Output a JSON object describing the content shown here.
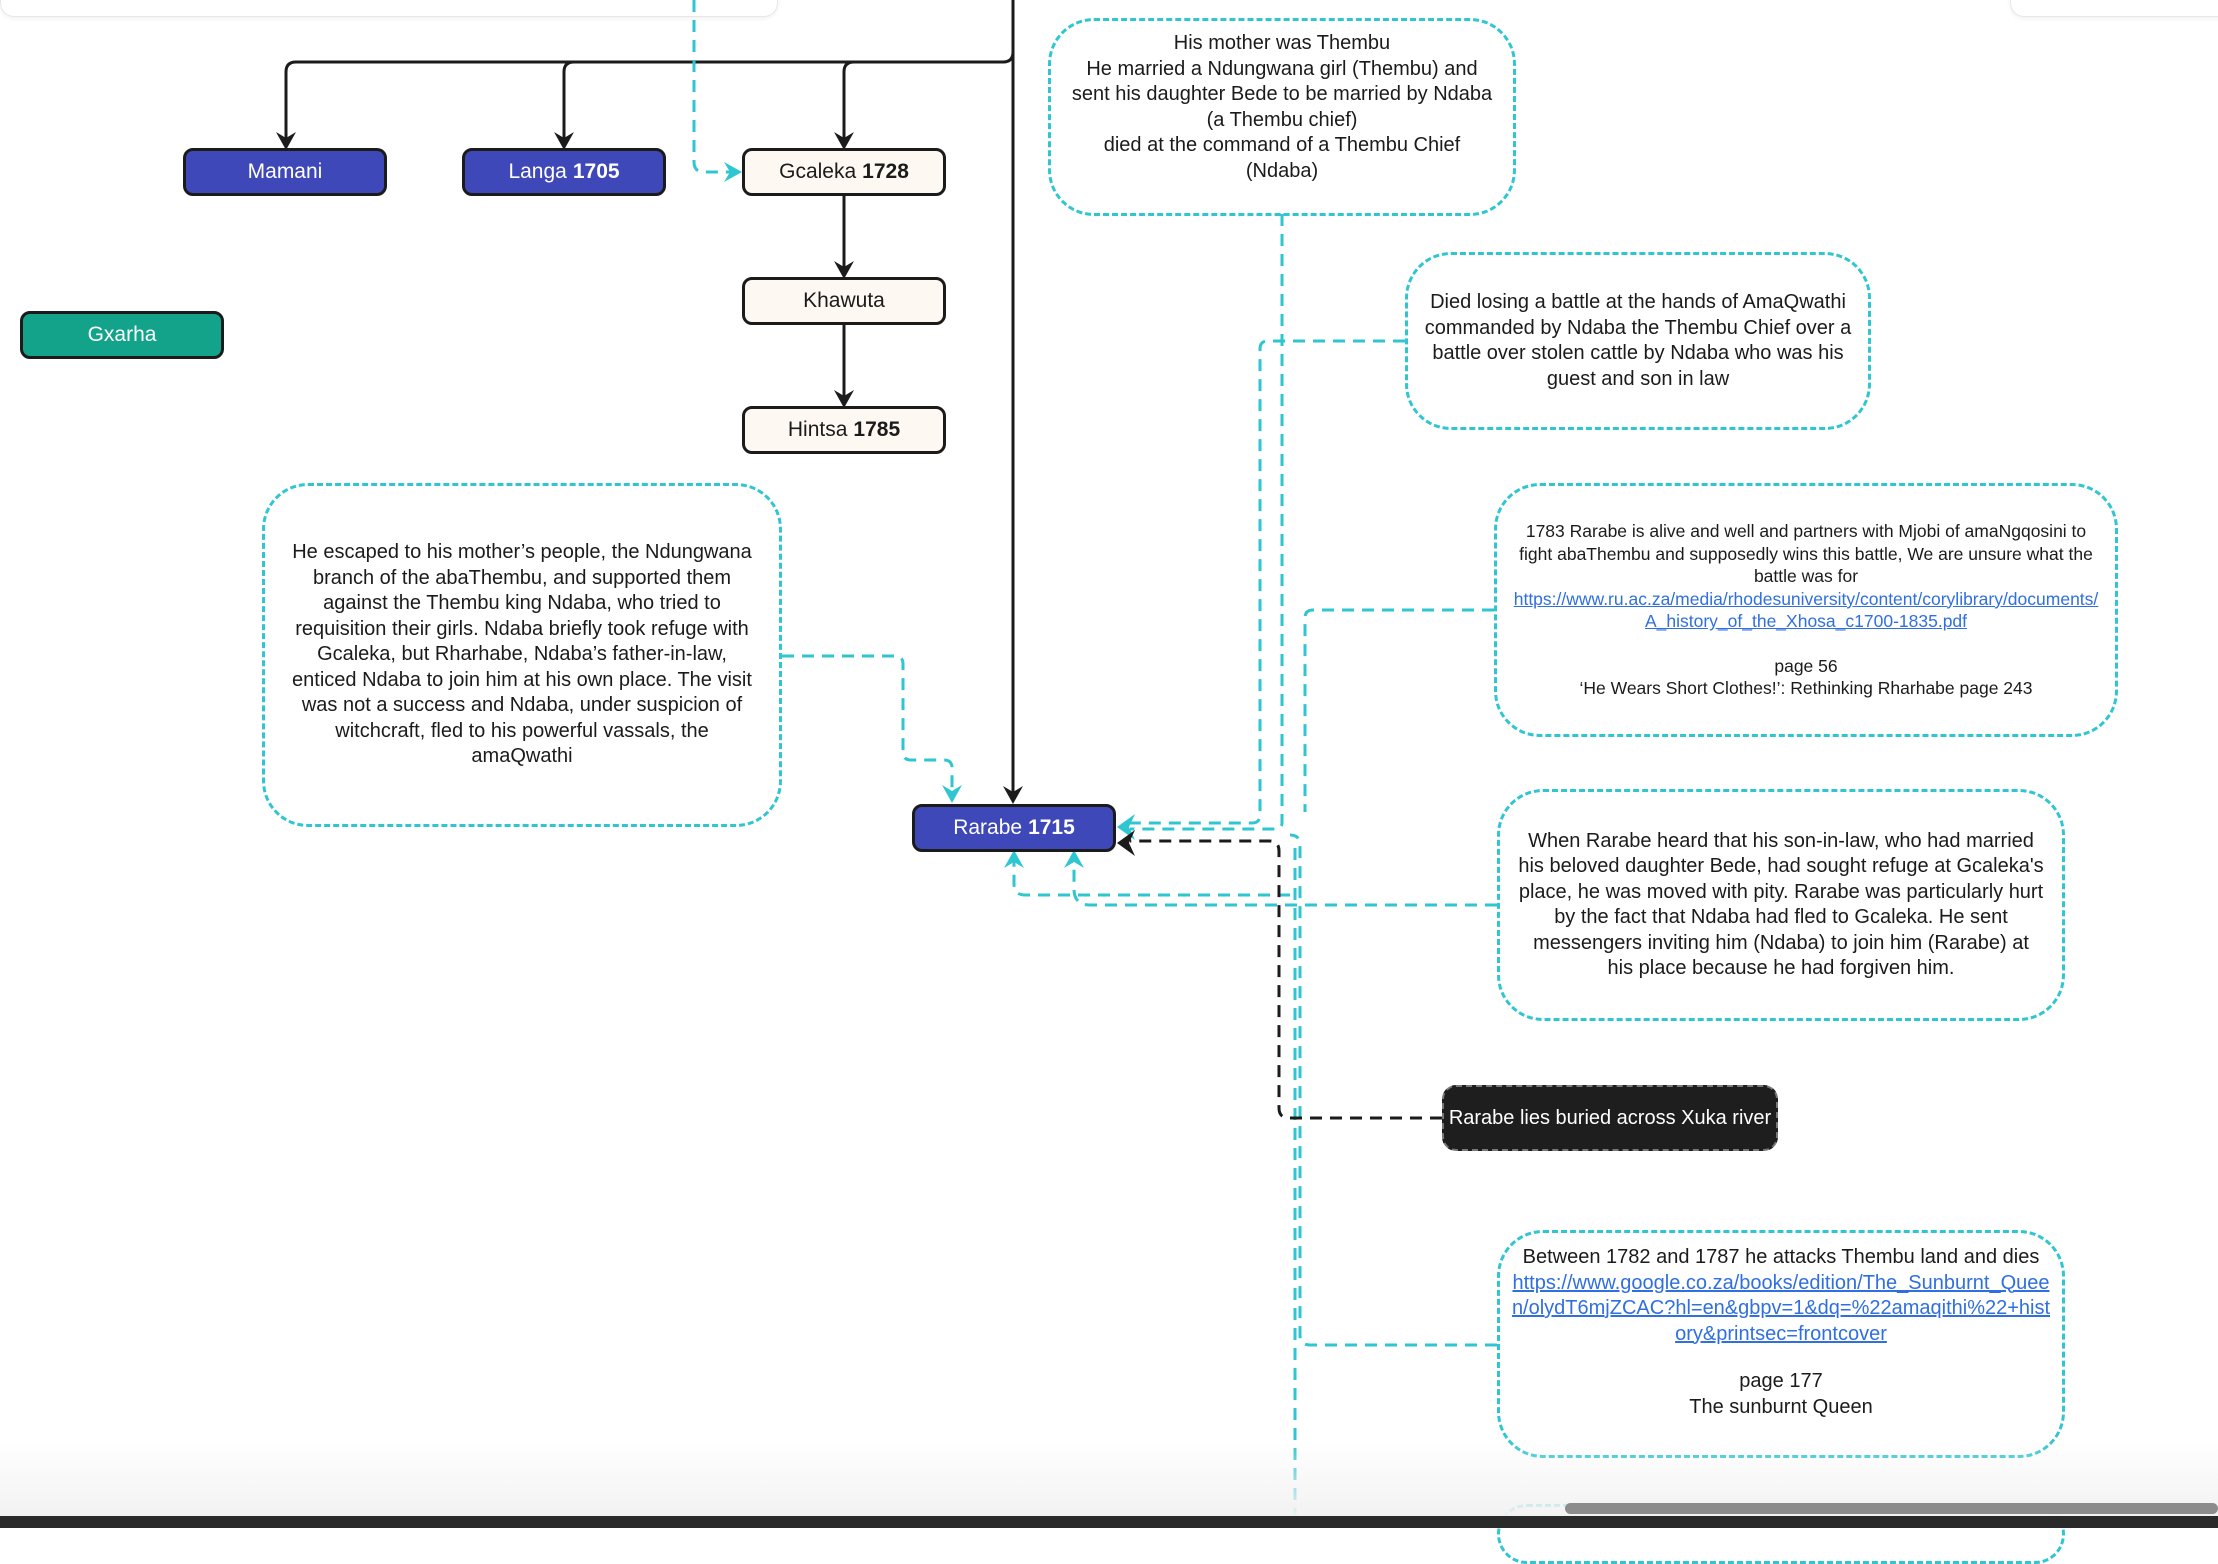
{
  "nodes": {
    "mamani": {
      "name": "Mamani"
    },
    "langa": {
      "name": "Langa",
      "year": "1705"
    },
    "gcaleka": {
      "name": "Gcaleka",
      "year": "1728"
    },
    "khawuta": {
      "name": "Khawuta"
    },
    "hintsa": {
      "name": "Hintsa",
      "year": "1785"
    },
    "gxarha": {
      "name": "Gxarha"
    },
    "rarabe": {
      "name": "Rarabe",
      "year": "1715"
    },
    "burial": {
      "label": "Rarabe lies buried across Xuka river"
    }
  },
  "notes": {
    "mother": {
      "lines": [
        "His mother was Thembu",
        "He married a Ndungwana girl (Thembu) and",
        "sent his daughter Bede to be married by Ndaba",
        "(a Thembu chief)",
        "died at the command of a Thembu Chief",
        "(Ndaba)"
      ]
    },
    "battle": {
      "lines": [
        "Died losing a battle at the hands of AmaQwathi",
        "commanded by Ndaba the Thembu Chief over a",
        "battle over stolen cattle by Ndaba who was his",
        "guest and son in law"
      ]
    },
    "escape": {
      "lines": [
        "He escaped to his mother’s people, the Ndungwana",
        "branch of the abaThembu, and supported them",
        "against the Thembu king Ndaba, who tried to",
        "requisition their girls. Ndaba briefly took refuge with",
        "Gcaleka, but Rharhabe, Ndaba’s father-in-law,",
        "enticed Ndaba to join him at his own place. The visit",
        "was not a success and Ndaba, under suspicion of",
        "witchcraft, fled to his powerful vassals, the",
        "amaQwathi"
      ]
    },
    "y1783": {
      "lines": [
        "1783 Rarabe is alive and well and partners with Mjobi of amaNgqosini to",
        "fight abaThembu and supposedly wins this battle, We are unsure what the",
        "battle was for"
      ],
      "link": "https://www.ru.ac.za/media/rhodesuniversity/content/corylibrary/documents/A_history_of_the_Xhosa_c1700-1835.pdf",
      "after": [
        "page 56",
        "‘He Wears Short Clothes!’: Rethinking Rharhabe page 243"
      ]
    },
    "pity": {
      "lines": [
        "When Rarabe heard that his son-in-law, who had married",
        "his beloved daughter Bede, had sought refuge at Gcaleka's",
        "place, he was moved with pity. Rarabe was particularly hurt",
        "by the fact that Ndaba had fled to Gcaleka. He sent",
        "messengers inviting him (Ndaba) to join him (Rarabe) at",
        "his place because he had forgiven him."
      ]
    },
    "y1782": {
      "lines": [
        "Between 1782 and 1787 he attacks Thembu land and dies"
      ],
      "link": "https://www.google.co.za/books/edition/The_Sunburnt_Queen/olydT6mjZCAC?hl=en&gbpv=1&dq=%22amaqithi%22+history&printsec=frontcover",
      "after": [
        "page 177",
        "The sunburnt Queen"
      ]
    }
  },
  "colors": {
    "blue": "#3f48b8",
    "cream": "#fdf8f1",
    "green": "#12a38a",
    "dashed_cyan": "#2fc6d2",
    "dark": "#1e1e1e",
    "link": "#2f6fe0"
  }
}
